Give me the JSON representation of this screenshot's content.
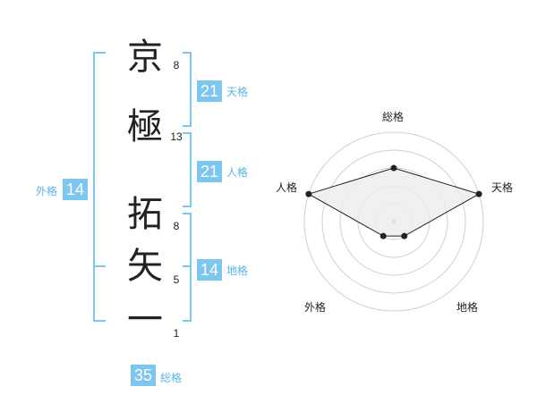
{
  "name": {
    "characters": [
      {
        "char": "京",
        "strokes": "8"
      },
      {
        "char": "極",
        "strokes": "13"
      },
      {
        "char": "拓",
        "strokes": "8"
      },
      {
        "char": "矢",
        "strokes": "5"
      },
      {
        "char": "一",
        "strokes": "1"
      }
    ]
  },
  "fortune": {
    "tenkaku": {
      "value": "21",
      "label": "天格"
    },
    "jinkaku": {
      "value": "21",
      "label": "人格"
    },
    "chikaku": {
      "value": "14",
      "label": "地格"
    },
    "gaikaku": {
      "value": "14",
      "label": "外格"
    },
    "soukaku": {
      "value": "35",
      "label": "総格"
    }
  },
  "colors": {
    "accent": "#7cc6ef",
    "accent_text": "#5bb4e6",
    "radar_ring": "#d0d0d0",
    "radar_fill": "#ececec",
    "radar_line": "#222222"
  },
  "chart_data": {
    "type": "radar",
    "axes": [
      "総格",
      "天格",
      "地格",
      "外格",
      "人格"
    ],
    "values": [
      3,
      5,
      1,
      1,
      5
    ],
    "rmax": 5,
    "rings": 5
  }
}
